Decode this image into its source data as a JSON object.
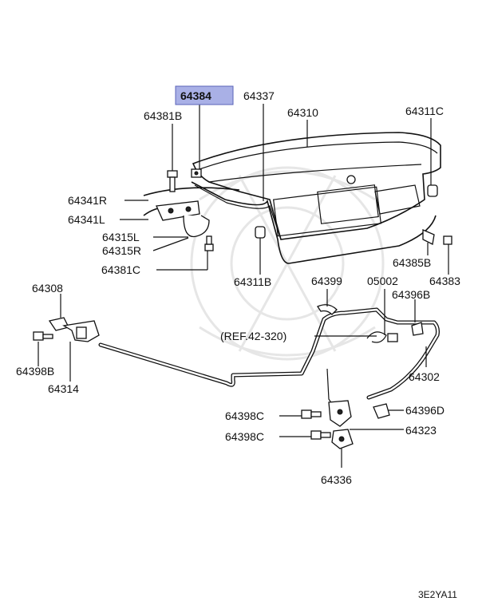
{
  "highlight": {
    "color": "#a9b0e6",
    "border": "#5a63b8"
  },
  "labels": {
    "p64384": "64384",
    "p64337": "64337",
    "p64310": "64310",
    "p64311C": "64311C",
    "p64381B": "64381B",
    "p64341R": "64341R",
    "p64341L": "64341L",
    "p64315L": "64315L",
    "p64315R": "64315R",
    "p64381C": "64381C",
    "p64311B": "64311B",
    "p64385B": "64385B",
    "p64383": "64383",
    "p64308": "64308",
    "p64399": "64399",
    "p05002": "05002",
    "p64396B": "64396B",
    "ref": "(REF.42-320)",
    "p64302": "64302",
    "p64398B": "64398B",
    "p64314": "64314",
    "p64398C_1": "64398C",
    "p64396D": "64396D",
    "p64398C_2": "64398C",
    "p64323": "64323",
    "p64336": "64336",
    "code": "3E2YA11"
  }
}
